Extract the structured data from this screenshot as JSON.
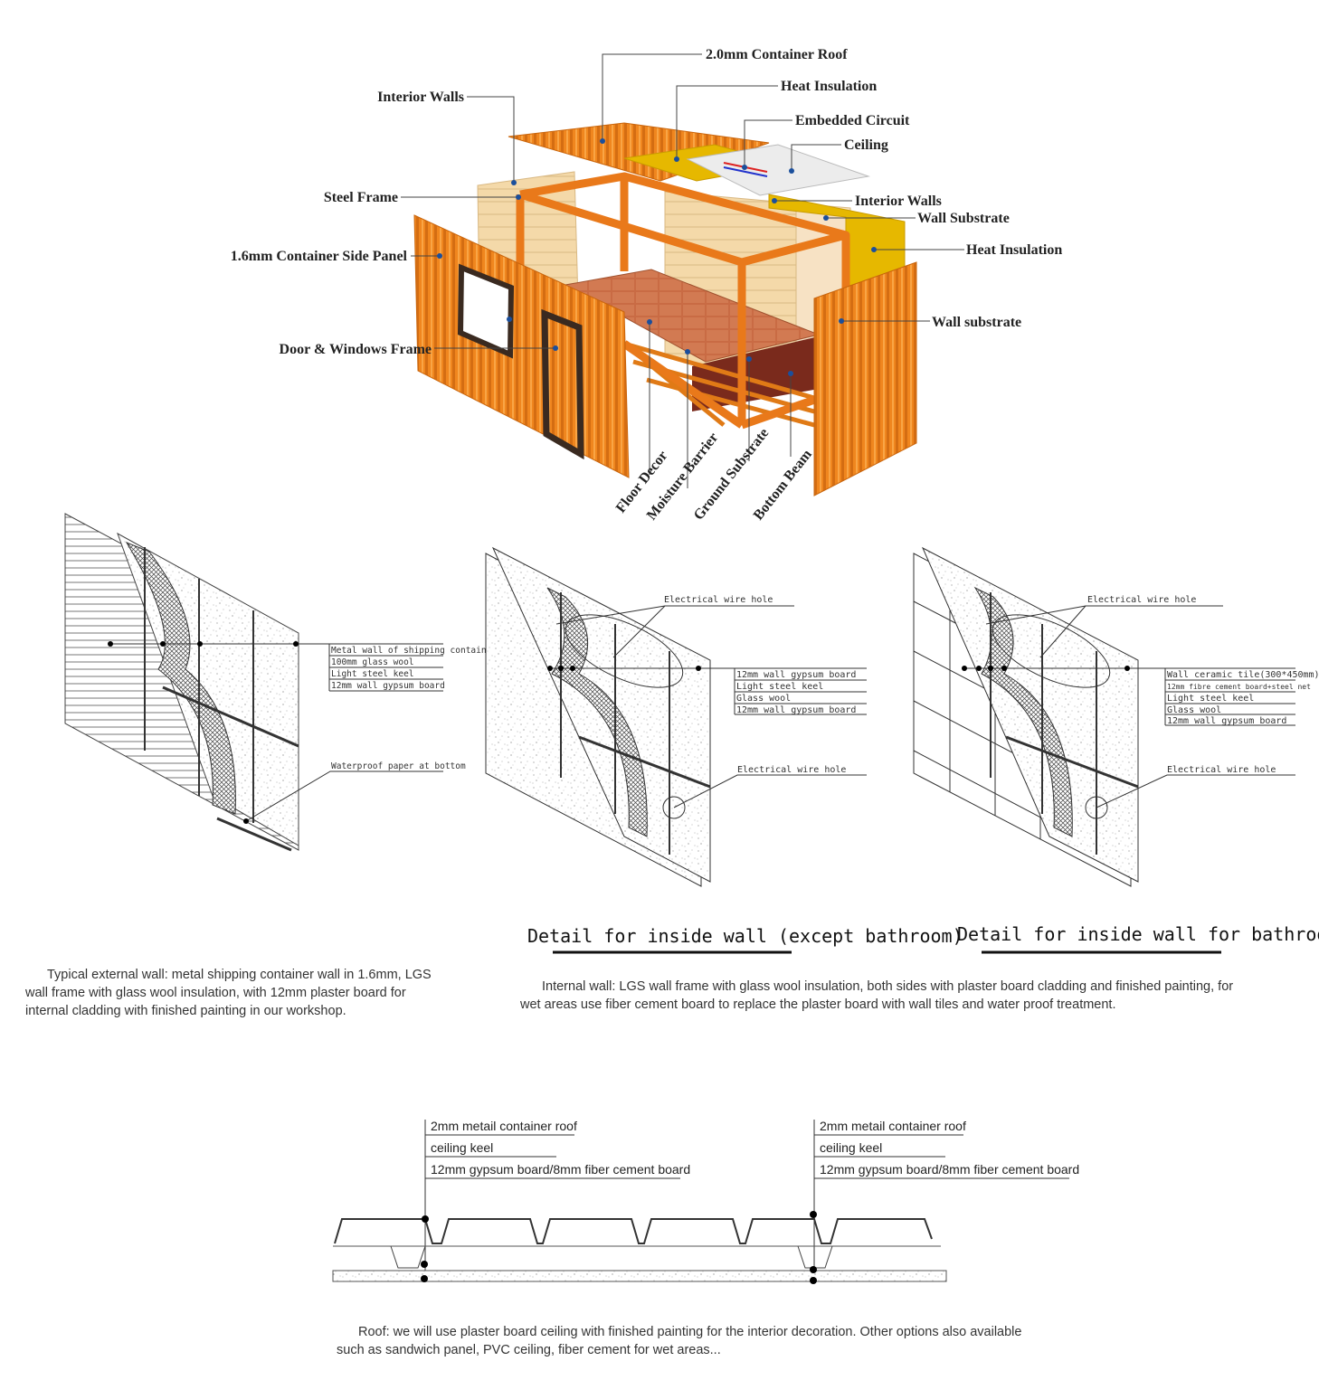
{
  "exploded_view": {
    "labels": {
      "container_roof": "2.0mm Container Roof",
      "heat_insulation_top": "Heat Insulation",
      "embedded_circuit": "Embedded Circuit",
      "ceiling": "Ceiling",
      "interior_walls_left": "Interior Walls",
      "steel_frame": "Steel Frame",
      "side_panel": "1.6mm Container Side Panel",
      "door_windows_frame": "Door & Windows Frame",
      "interior_walls_right": "Interior Walls",
      "wall_substrate_upper": "Wall Substrate",
      "heat_insulation_right": "Heat Insulation",
      "wall_substrate_lower": "Wall substrate",
      "floor_decor": "Floor Decor",
      "moisture_barrier": "Moisture Barrier",
      "ground_substrate": "Ground Substrate",
      "bottom_beam": "Bottom Beam"
    },
    "colors": {
      "orange": "#f0861e",
      "orange_dark": "#c9650c",
      "gold": "#e6b800",
      "beige": "#f4d9a9",
      "ceiling": "#ececec",
      "floor": "#c96b44",
      "moisture": "#7a2a1c"
    }
  },
  "external_wall": {
    "layers": [
      "Metal wall of shipping container",
      "100mm glass wool",
      "Light steel keel",
      "12mm wall gypsum board"
    ],
    "bottom_note": "Waterproof paper at bottom",
    "caption": "Typical external wall: metal shipping container wall in 1.6mm, LGS wall frame with glass wool insulation, with 12mm plaster board for internal cladding with finished painting in our workshop."
  },
  "inside_wall": {
    "title": "Detail for inside wall (except bathroom)",
    "wire_hole_top": "Electrical wire hole",
    "wire_hole_bottom": "Electrical wire hole",
    "layers": [
      "12mm wall gypsum board",
      "Light steel keel",
      "Glass wool",
      "12mm wall gypsum board"
    ]
  },
  "bathroom_wall": {
    "title": "Detail for inside wall for  bathroom",
    "wire_hole_top": "Electrical wire hole",
    "wire_hole_bottom": "Electrical wire hole",
    "layers": [
      "Wall ceramic tile(300*450mm)",
      "12mm fibre cement board+steel net",
      "Light steel keel",
      "Glass wool",
      "12mm wall gypsum board"
    ]
  },
  "internal_caption": "Internal wall: LGS wall frame with glass wool insulation, both sides with plaster board cladding and finished painting, for wet areas use fiber cement board to replace the plaster board with wall tiles and water proof treatment.",
  "roof_section": {
    "left_labels": [
      "2mm metail container roof",
      "ceiling keel",
      "12mm gypsum board/8mm fiber cement board"
    ],
    "right_labels": [
      "2mm metail container roof",
      "ceiling keel",
      "12mm gypsum board/8mm fiber cement board"
    ],
    "caption": "Roof: we will use plaster board ceiling with finished painting for the interior decoration. Other options also available such as sandwich panel, PVC ceiling, fiber cement for wet areas..."
  }
}
